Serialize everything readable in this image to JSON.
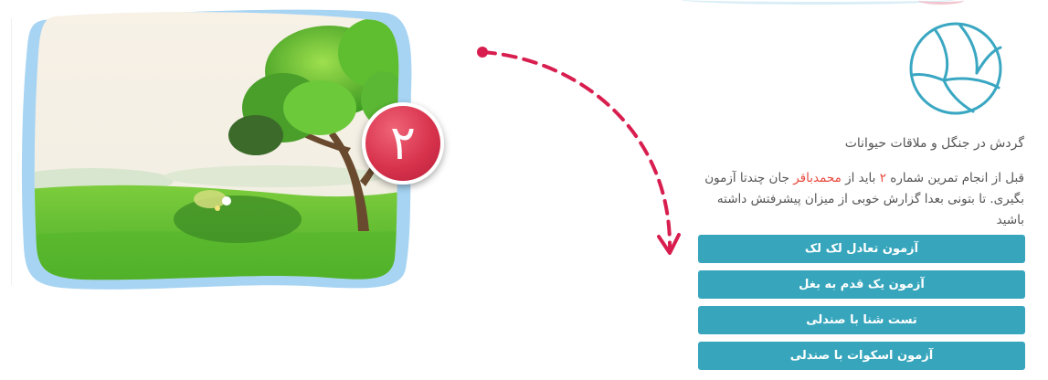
{
  "illustration": {
    "step_number": "۲"
  },
  "lesson": {
    "title": "گردش در جنگل و ملاقات حیوانات",
    "description_before_number": "قبل از انجام تمرین شماره ",
    "exercise_number": "۲",
    "description_middle": " باید از ",
    "child_name": "محمدباقر",
    "description_after_name": " جان چندتا آزمون بگیری. تا بتونی بعدا گزارش خوبی از میزان پیشرفتش داشته باشید"
  },
  "tests": [
    {
      "label": "آزمون تعادل لک لک"
    },
    {
      "label": "آزمون یک قدم به بغل"
    },
    {
      "label": "تست شنا با صندلی"
    },
    {
      "label": "آزمون اسکوات با صندلی"
    }
  ],
  "colors": {
    "button": "#37a6bd",
    "highlight": "#e8483c",
    "badge": "#d8334d",
    "arrow": "#d81e4f",
    "icon": "#3aa7c2"
  },
  "icons": {
    "lesson": "beach-ball-icon",
    "pointer": "dashed-arrow-icon"
  }
}
